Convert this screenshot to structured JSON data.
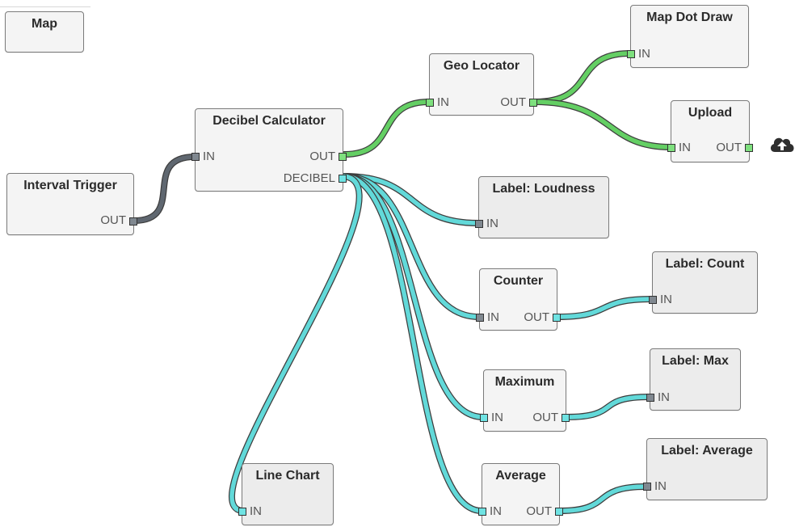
{
  "nodes": {
    "map": {
      "title": "Map"
    },
    "map_dot_draw": {
      "title": "Map Dot Draw",
      "in": "IN"
    },
    "geo_locator": {
      "title": "Geo Locator",
      "in": "IN",
      "out": "OUT"
    },
    "upload": {
      "title": "Upload",
      "in": "IN",
      "out": "OUT"
    },
    "decibel_calculator": {
      "title": "Decibel Calculator",
      "in": "IN",
      "out": "OUT",
      "decibel": "DECIBEL"
    },
    "interval_trigger": {
      "title": "Interval Trigger",
      "out": "OUT"
    },
    "label_loudness": {
      "title": "Label: Loudness",
      "in": "IN"
    },
    "counter": {
      "title": "Counter",
      "in": "IN",
      "out": "OUT"
    },
    "label_count": {
      "title": "Label: Count",
      "in": "IN"
    },
    "maximum": {
      "title": "Maximum",
      "in": "IN",
      "out": "OUT"
    },
    "label_max": {
      "title": "Label: Max",
      "in": "IN"
    },
    "line_chart": {
      "title": "Line Chart",
      "in": "IN"
    },
    "average": {
      "title": "Average",
      "in": "IN",
      "out": "OUT"
    },
    "label_average": {
      "title": "Label: Average",
      "in": "IN"
    }
  },
  "upload_icon": "cloud-upload-icon",
  "colors": {
    "green_wire": "#64cf64",
    "cyan_wire": "#62d9d9",
    "gray_wire": "#5f6770",
    "wire_outline": "#3d3d3d"
  }
}
